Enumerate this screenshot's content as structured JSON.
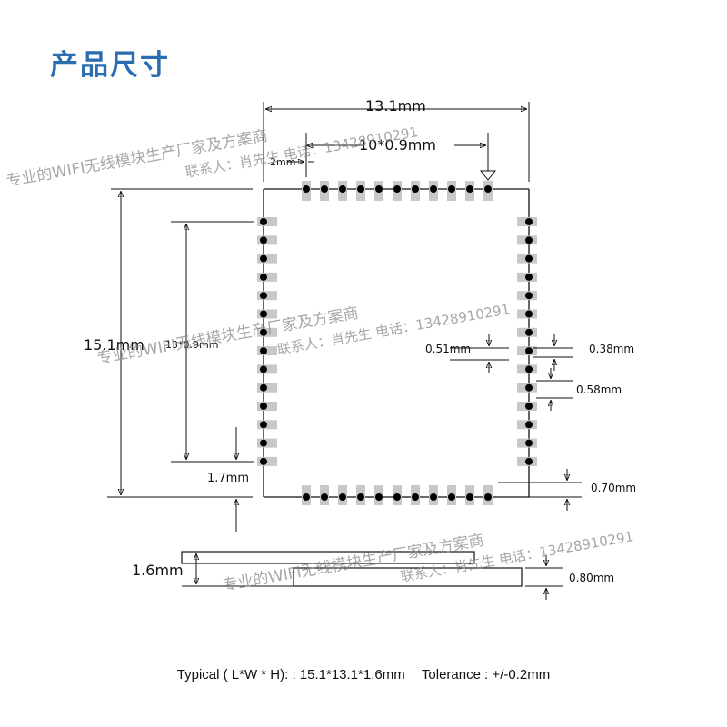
{
  "heading": "产品尺寸",
  "dimensions": {
    "width_total": "13.1mm",
    "top_pitch": "10*0.9mm",
    "edge_gap": "2mm",
    "height_total": "15.1mm",
    "side_pitch": "13*0.9mm",
    "bottom_gap": "1.7mm",
    "pad_width": "0.51mm",
    "pad_gap": "0.38mm",
    "pad_length": "0.58mm",
    "pad_edge": "0.70mm",
    "module_thickness": "1.6mm",
    "pcb_thickness": "0.80mm"
  },
  "watermark": {
    "line1": "专业的WIFI无线模块生产厂家及方案商",
    "line2": "联系人：肖先生 电话：13428910291"
  },
  "footer": {
    "typical": "Typical ( L*W * H): : 15.1*13.1*1.6mm",
    "tolerance": "Tolerance : +/-0.2mm"
  },
  "colors": {
    "heading": "#2a6db0",
    "pad": "#c8c8c8",
    "pin": "#000000",
    "watermark": "#8a8a8a"
  }
}
